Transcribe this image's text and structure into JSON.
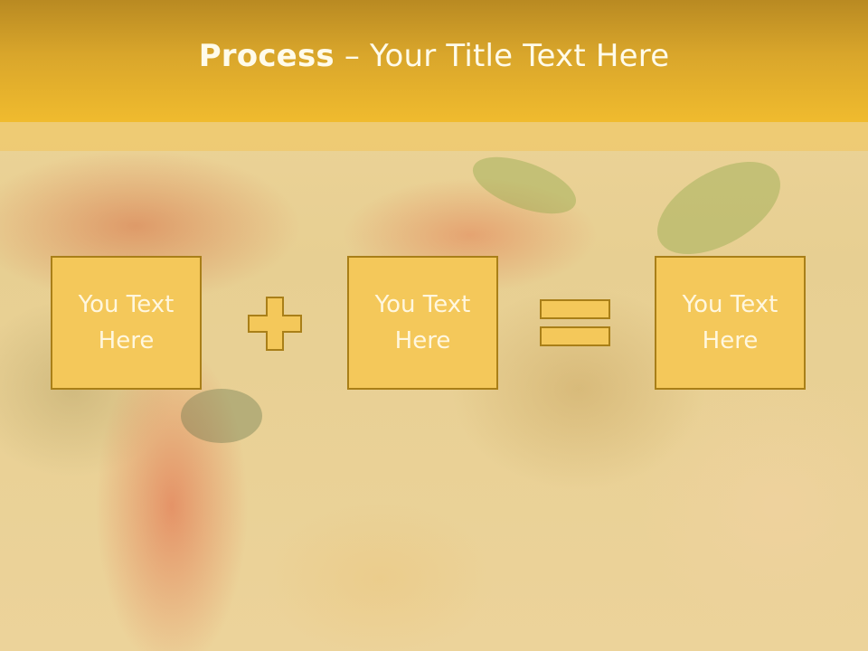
{
  "slide": {
    "title_bold": "Process",
    "title_rest": " – Your Title Text Here",
    "boxes": [
      {
        "line1": "You Text",
        "line2": "Here"
      },
      {
        "line1": "You Text",
        "line2": "Here"
      },
      {
        "line1": "You Text",
        "line2": "Here"
      }
    ],
    "operators": [
      "plus",
      "equals"
    ]
  },
  "colors": {
    "title_bar": "#f0bb2e",
    "box_fill": "#f4c85a",
    "box_border": "#a97f18",
    "text": "#fff7df"
  }
}
